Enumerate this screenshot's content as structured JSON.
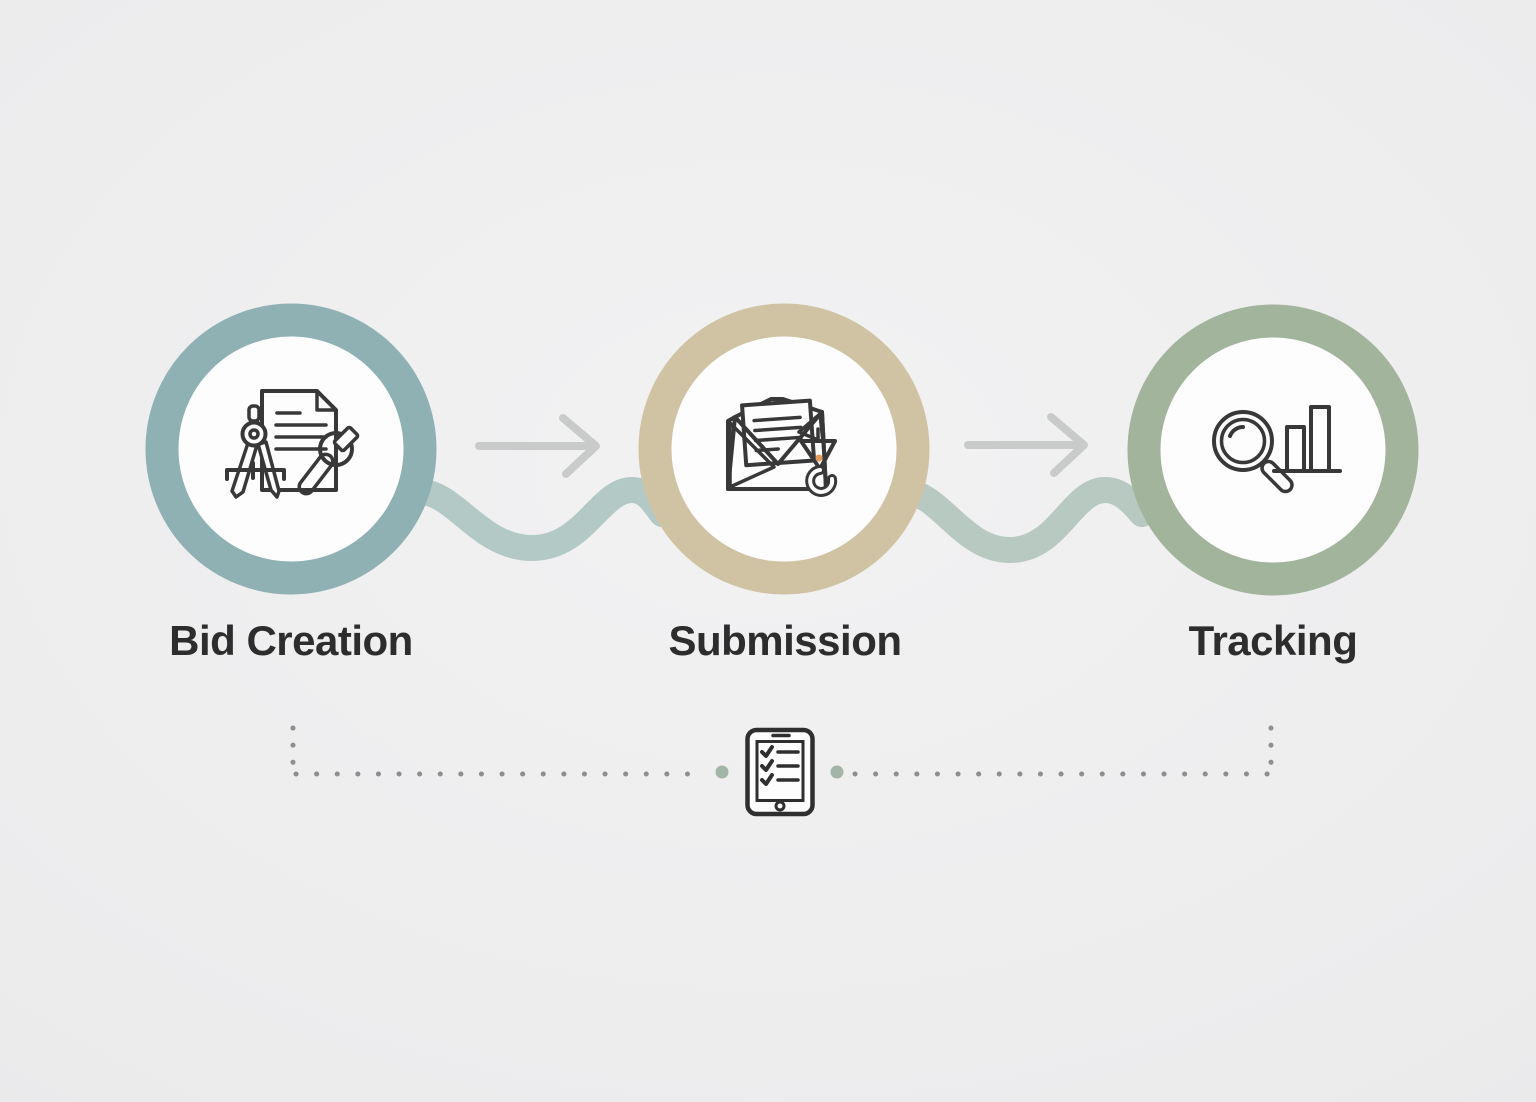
{
  "steps": [
    {
      "label": "Bid Creation",
      "icon": "compass-document-wrench-icon",
      "ring_color": "#8fb1b4"
    },
    {
      "label": "Submission",
      "icon": "envelope-letter-hook-icon",
      "ring_color": "#cfc3a4"
    },
    {
      "label": "Tracking",
      "icon": "magnifier-bar-chart-icon",
      "ring_color": "#a2b49c"
    }
  ],
  "connectors": {
    "arrow_icon": "right-arrow-icon",
    "wave_connector": "wave-line",
    "feedback_icon": "checklist-tablet-icon"
  },
  "colors": {
    "outline": "#383838",
    "wave_1": "#b3c9c6",
    "wave_2": "#b7c9c0",
    "arrow": "#c9caca",
    "dot_gray": "#8e8e8e",
    "dot_green": "#a3b5a6",
    "sage": "#a9c3a1",
    "sage_light": "#b7c8ac",
    "cream": "#f5e7cf",
    "cream_dark": "#eadbc2",
    "gray_inner": "#e9e9e5",
    "tan_bar": "#ecd0a4",
    "green_bar": "#b2c5ac",
    "hook_triangle": "#f7e0bf",
    "hook_flame": "#e39a56"
  }
}
